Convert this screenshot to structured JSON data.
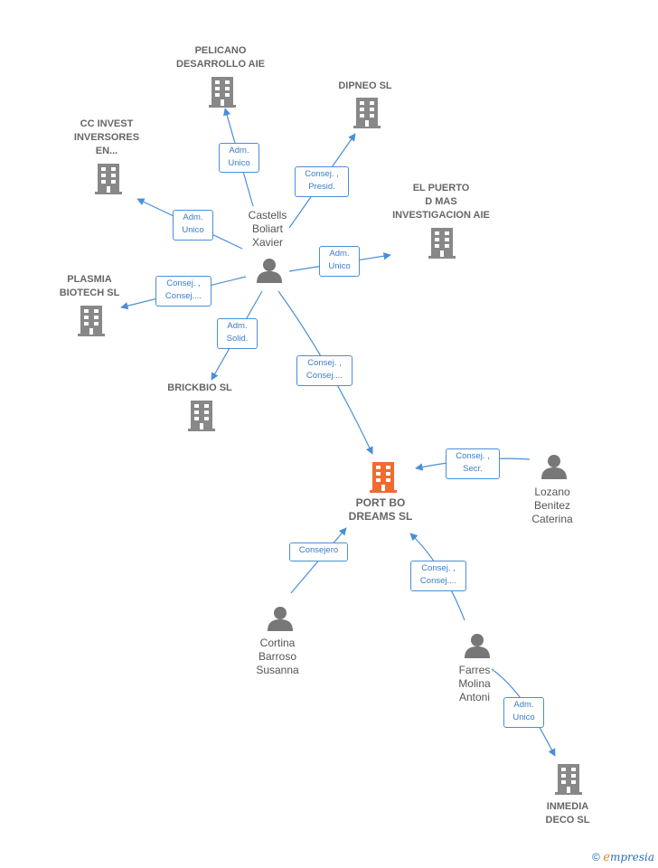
{
  "colors": {
    "edge": "#4a8fd6",
    "company": "#888888",
    "focus": "#f26a2e",
    "person": "#777777"
  },
  "nodes": {
    "pelicano": "PELICANO\nDESARROLLO AIE",
    "dipneo": "DIPNEO  SL",
    "ccinvest": "CC INVEST\nINVERSORES\nEN...",
    "elpuerto": "EL PUERTO\nD MAS\nINVESTIGACION AIE",
    "plasmia": "PLASMIA\nBIOTECH SL",
    "brickbio": "BRICKBIO  SL",
    "portbo": "PORT BO\nDREAMS  SL",
    "inmedia": "INMEDIA\nDECO  SL"
  },
  "people": {
    "castells": "Castells\nBoliart\nXavier",
    "lozano": "Lozano\nBenitez\nCaterina",
    "cortina": "Cortina\nBarroso\nSusanna",
    "farres": "Farres\nMolina\nAntoni"
  },
  "relations": {
    "castells_pelicano": "Adm.\nUnico",
    "castells_dipneo": "Consej. ,\nPresid.",
    "castells_ccinvest": "Adm.\nUnico",
    "castells_elpuerto": "Adm.\nUnico",
    "castells_plasmia": "Consej. ,\nConsej....",
    "castells_brickbio": "Adm.\nSolid.",
    "castells_portbo": "Consej. ,\nConsej....",
    "lozano_portbo": "Consej. ,\nSecr.",
    "cortina_portbo": "Consejero",
    "farres_portbo": "Consej. ,\nConsej....",
    "farres_inmedia": "Adm.\nUnico"
  },
  "footer": {
    "copyright": "©",
    "brand_initial": "e",
    "brand_rest": "mpresia"
  }
}
